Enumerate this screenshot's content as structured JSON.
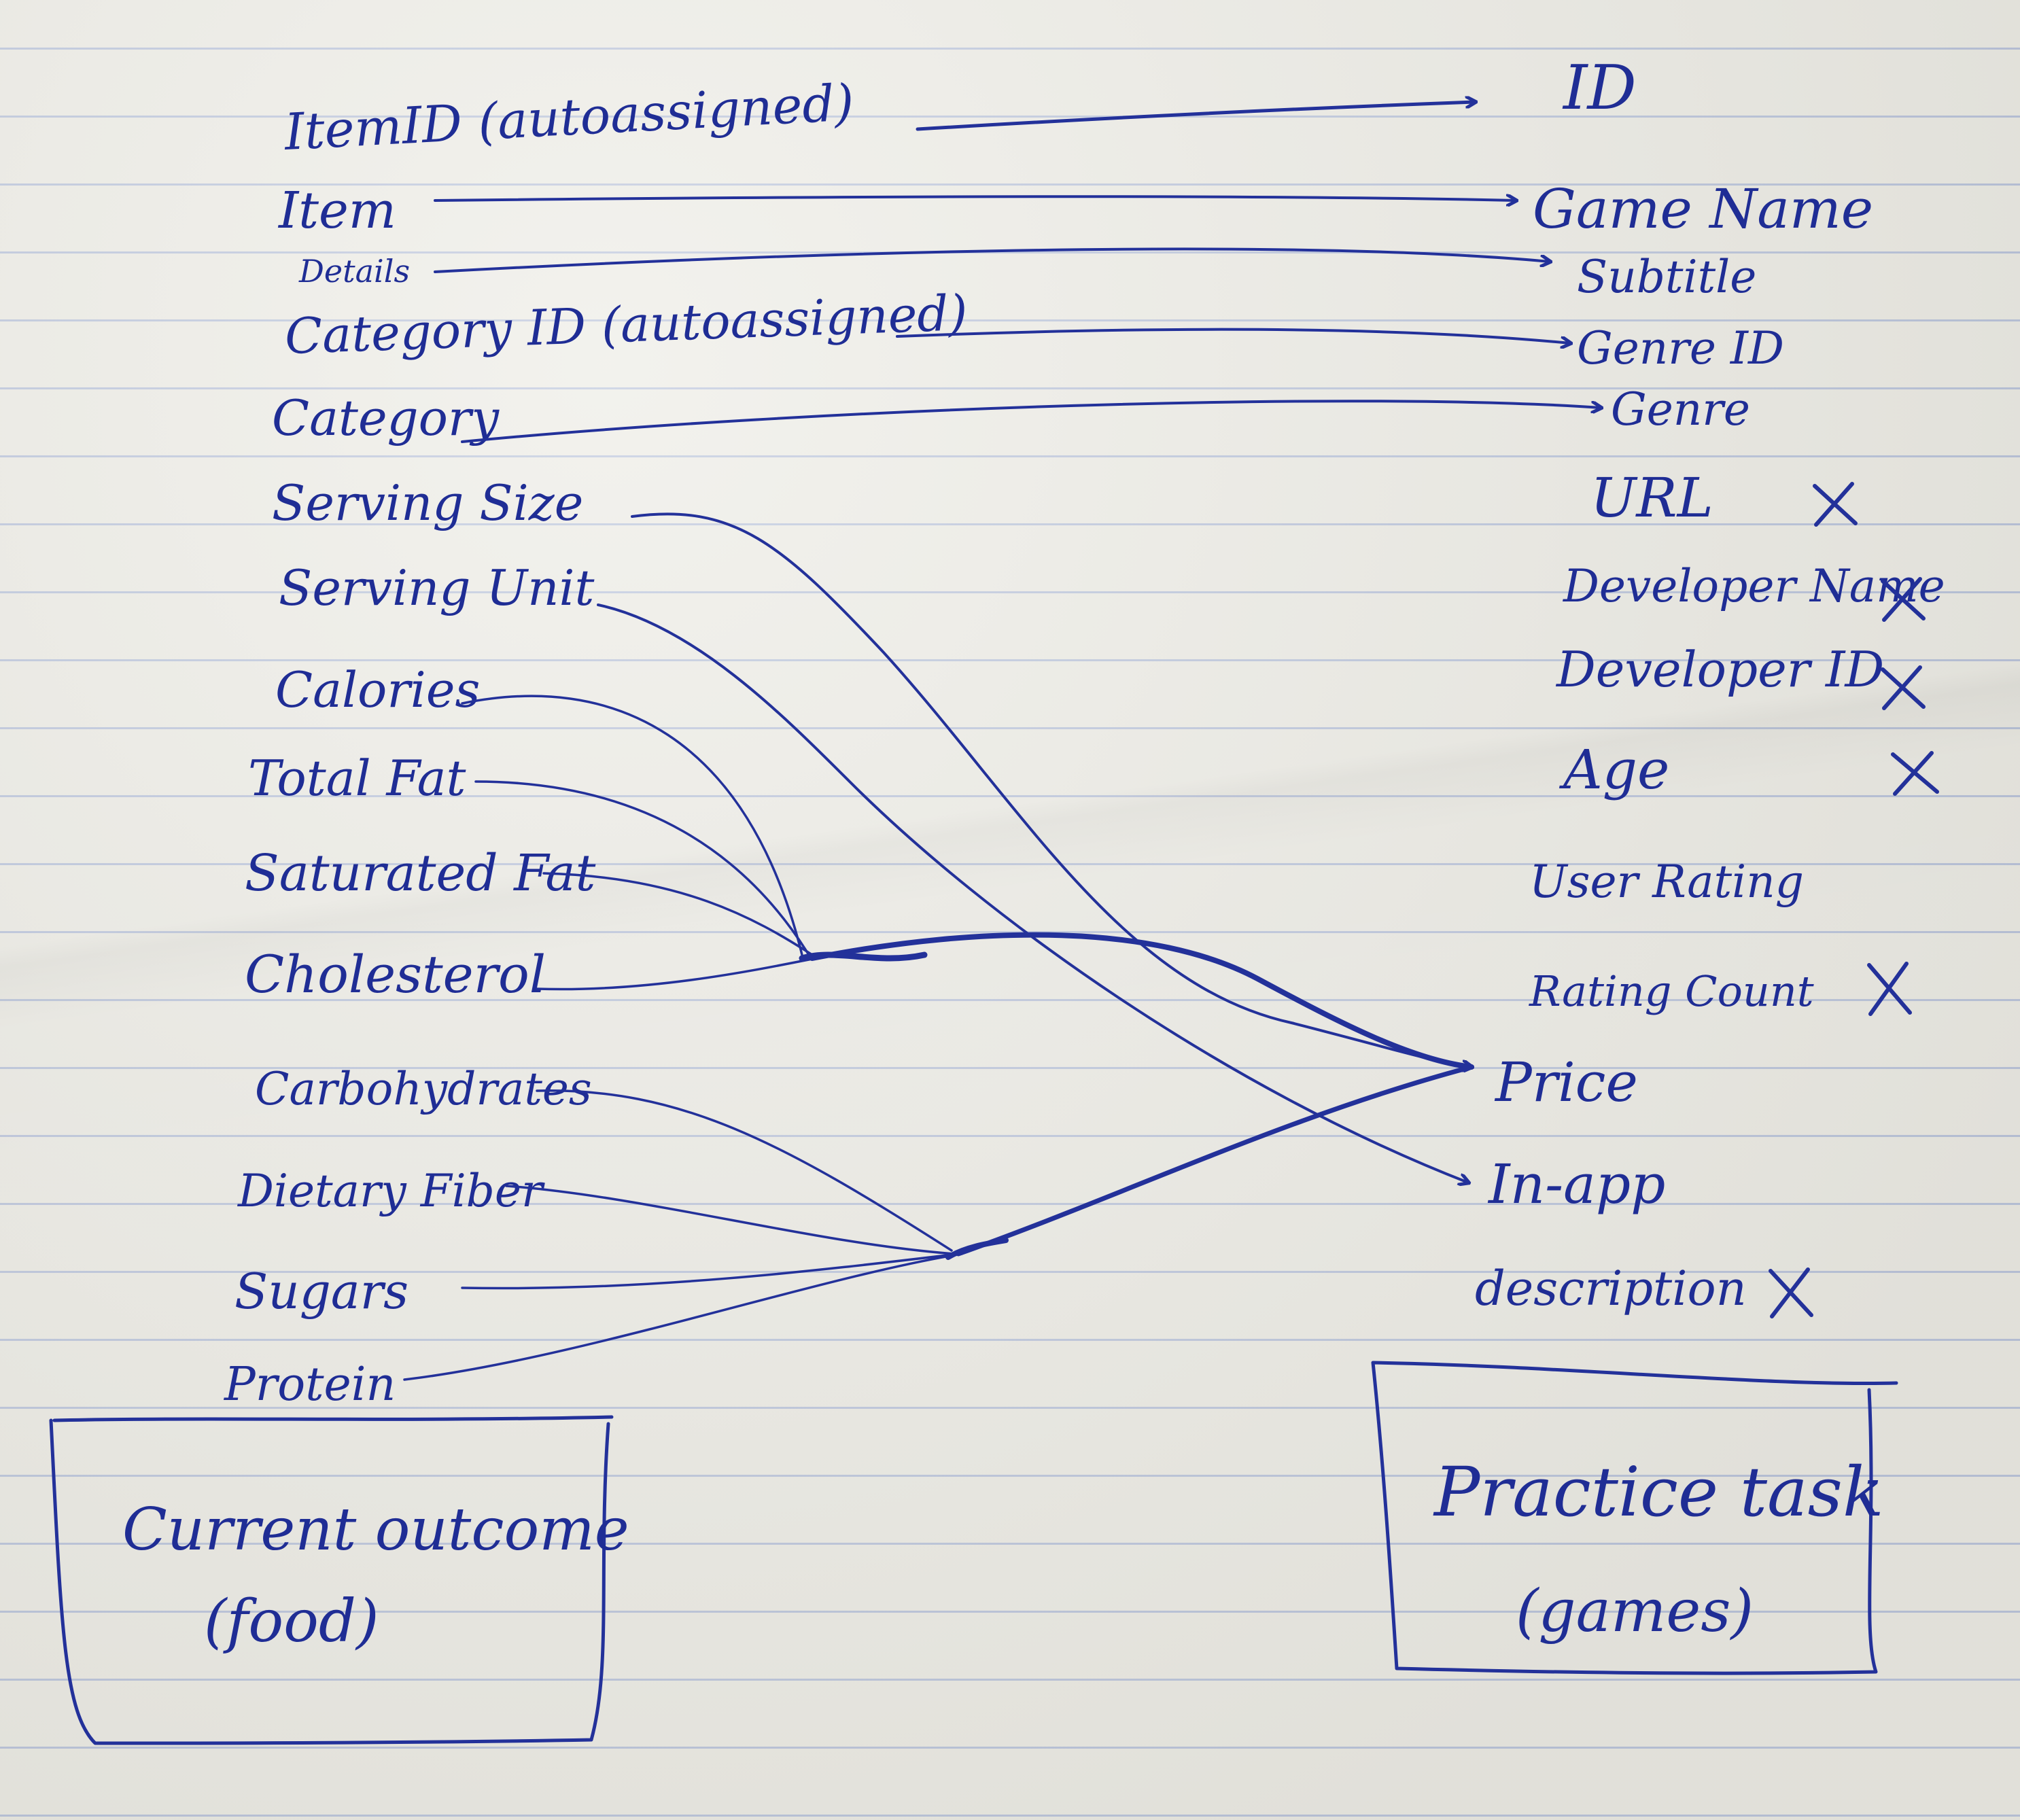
{
  "source_fields": [
    {
      "id": "item-id",
      "label": "ItemID (autoassigned)"
    },
    {
      "id": "item",
      "label": "Item"
    },
    {
      "id": "details",
      "label": "Details"
    },
    {
      "id": "category-id",
      "label": "Category ID (autoassigned)"
    },
    {
      "id": "category",
      "label": "Category"
    },
    {
      "id": "serving-size",
      "label": "Serving Size"
    },
    {
      "id": "serving-unit",
      "label": "Serving Unit"
    },
    {
      "id": "calories",
      "label": "Calories"
    },
    {
      "id": "total-fat",
      "label": "Total Fat"
    },
    {
      "id": "saturated-fat",
      "label": "Saturated Fat"
    },
    {
      "id": "cholesterol",
      "label": "Cholesterol"
    },
    {
      "id": "carbohydrates",
      "label": "Carbohydrates"
    },
    {
      "id": "dietary-fiber",
      "label": "Dietary Fiber"
    },
    {
      "id": "sugars",
      "label": "Sugars"
    },
    {
      "id": "protein",
      "label": "Protein"
    }
  ],
  "target_fields": [
    {
      "id": "id",
      "label": "ID",
      "crossed": false
    },
    {
      "id": "game-name",
      "label": "Game Name",
      "crossed": false
    },
    {
      "id": "subtitle",
      "label": "Subtitle",
      "crossed": false
    },
    {
      "id": "genre-id",
      "label": "Genre ID",
      "crossed": false
    },
    {
      "id": "genre",
      "label": "Genre",
      "crossed": false
    },
    {
      "id": "url",
      "label": "URL",
      "crossed": true
    },
    {
      "id": "developer-name",
      "label": "Developer Name",
      "crossed": true
    },
    {
      "id": "developer-id",
      "label": "Developer ID",
      "crossed": true
    },
    {
      "id": "age",
      "label": "Age",
      "crossed": true
    },
    {
      "id": "user-rating",
      "label": "User Rating",
      "crossed": false
    },
    {
      "id": "rating-count",
      "label": "Rating Count",
      "crossed": true
    },
    {
      "id": "price",
      "label": "Price",
      "crossed": false
    },
    {
      "id": "in-app",
      "label": "In-app",
      "crossed": false
    },
    {
      "id": "description",
      "label": "description",
      "crossed": true
    }
  ],
  "mappings": [
    {
      "from": "item-id",
      "to": "id"
    },
    {
      "from": "item",
      "to": "game-name"
    },
    {
      "from": "details",
      "to": "subtitle"
    },
    {
      "from": "category-id",
      "to": "genre-id"
    },
    {
      "from": "category",
      "to": "genre"
    },
    {
      "from": "serving-size",
      "to": "price"
    },
    {
      "from": "serving-unit",
      "to": "in-app"
    },
    {
      "from": "calories",
      "to": "price"
    },
    {
      "from": "total-fat",
      "to": "price"
    },
    {
      "from": "saturated-fat",
      "to": "price"
    },
    {
      "from": "cholesterol",
      "to": "price"
    },
    {
      "from": "carbohydrates",
      "to": "price"
    },
    {
      "from": "dietary-fiber",
      "to": "price"
    },
    {
      "from": "sugars",
      "to": "price"
    },
    {
      "from": "protein",
      "to": "price"
    }
  ],
  "boxes": {
    "left": {
      "line1": "Current outcome",
      "line2": "(food)"
    },
    "right": {
      "line1": "Practice task",
      "line2": "(games)"
    }
  },
  "colors": {
    "ink": "#23319a",
    "paper": "#ecebe4",
    "rule": "#b9c3da"
  }
}
